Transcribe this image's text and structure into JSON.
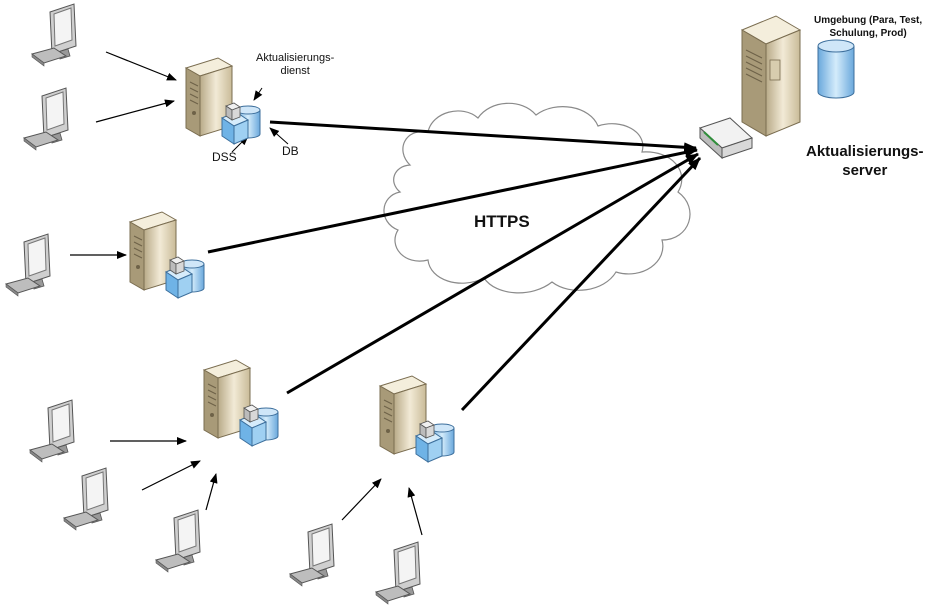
{
  "labels": {
    "update_service": "Aktualisierungs-\ndienst",
    "dss": "DSS",
    "db": "DB",
    "protocol": "HTTPS",
    "environment": "Umgebung (Para, Test,\nSchulung, Prod)",
    "update_server": "Aktualisierungs-\nserver"
  },
  "icons": {
    "client": "workstation-icon",
    "local_server": "server-with-db-icon",
    "router": "network-device-icon",
    "central_server": "tower-server-icon"
  },
  "colors": {
    "server_body": "#e8dcc0",
    "db_blue": "#8fc3ec",
    "arrow": "#000000",
    "cloud": "#ffffff"
  }
}
